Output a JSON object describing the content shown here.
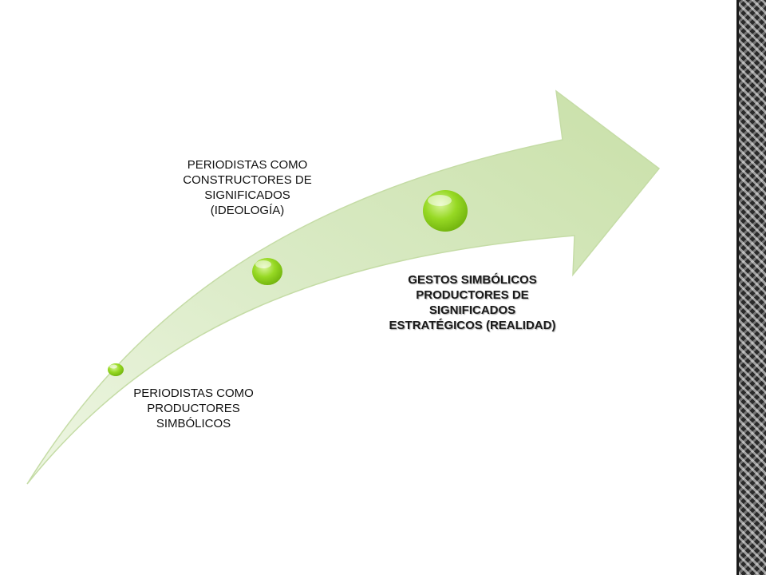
{
  "slide": {
    "stages": [
      {
        "label": "PERIODISTAS COMO\nPRODUCTORES\nSIMBÓLICOS"
      },
      {
        "label": "PERIODISTAS COMO\nCONSTRUCTORES DE\nSIGNIFICADOS\n(IDEOLOGÍA)"
      },
      {
        "label": "GESTOS SIMBÓLICOS\nPRODUCTORES DE\nSIGNIFICADOS\nESTRATÉGICOS (REALIDAD)"
      }
    ],
    "colors": {
      "arrow_fill": "#d6e8bf",
      "arrow_stroke": "#c2da9f",
      "dot_fill": "#8ed11e",
      "dot_highlight": "#d8f59a"
    }
  }
}
